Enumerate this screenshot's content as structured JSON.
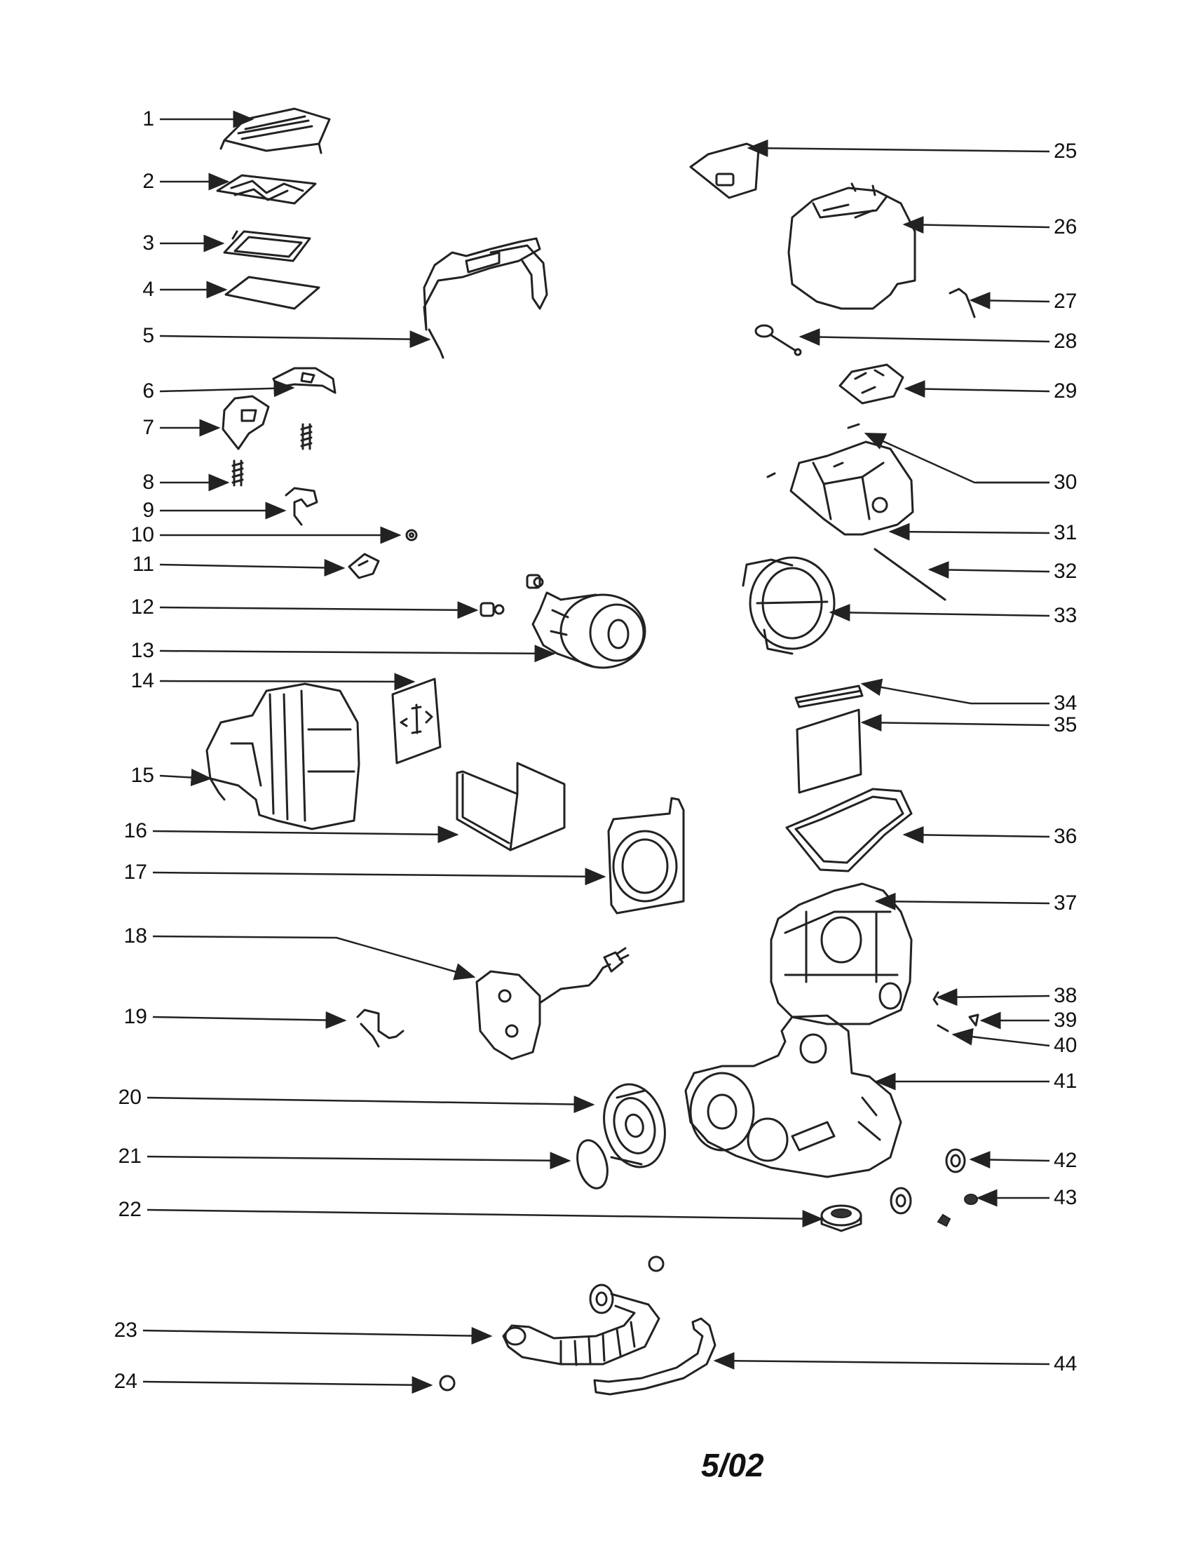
{
  "callouts_left": [
    "1",
    "2",
    "3",
    "4",
    "5",
    "6",
    "7",
    "8",
    "9",
    "10",
    "11",
    "12",
    "13",
    "14",
    "15",
    "16",
    "17",
    "18",
    "19",
    "20",
    "21",
    "22",
    "23",
    "24"
  ],
  "callouts_right": [
    "25",
    "26",
    "27",
    "28",
    "29",
    "30",
    "31",
    "32",
    "33",
    "34",
    "35",
    "36",
    "37",
    "38",
    "39",
    "40",
    "41",
    "42",
    "43",
    "44"
  ],
  "revision_date": "5/02"
}
